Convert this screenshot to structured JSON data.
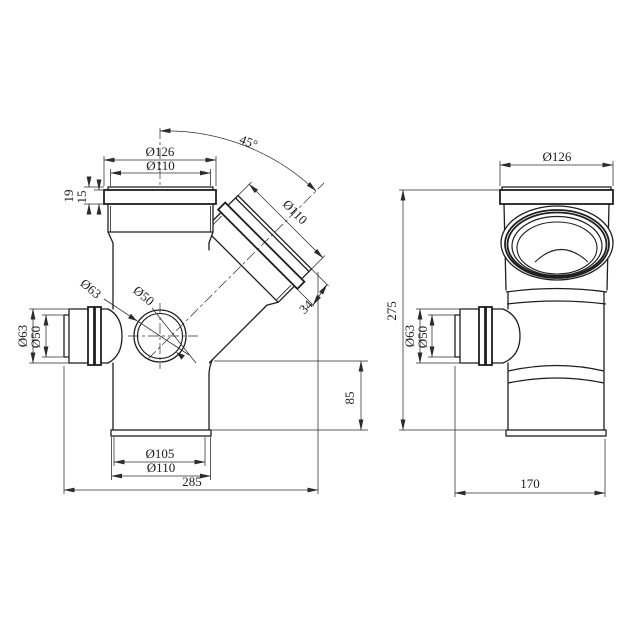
{
  "drawing": {
    "type": "technical-dimension-drawing",
    "subject": "45-degree branch pipe fitting, two orthographic views",
    "colors": {
      "background": "#ffffff",
      "line": "#1f1f1f"
    },
    "left_view": {
      "socket_flange_dia": "Ø126",
      "socket_pipe_dia": "Ø110",
      "flange_height": "19",
      "flange_lip": "15",
      "branch_angle": "45°",
      "branch_dia": "Ø110",
      "branch_bead_len": "34",
      "port_outer_dia": "Ø63",
      "port_inner_dia": "Ø50",
      "side_outer_dia": "Ø63",
      "side_inner_dia": "Ø50",
      "outlet_height": "85",
      "spigot_inner_dia": "Ø105",
      "spigot_outer_dia": "Ø110",
      "overall_width": "285"
    },
    "right_view": {
      "socket_flange_dia": "Ø126",
      "overall_height": "275",
      "side_outer_dia": "Ø63",
      "side_inner_dia": "Ø50",
      "overall_depth": "170"
    }
  }
}
